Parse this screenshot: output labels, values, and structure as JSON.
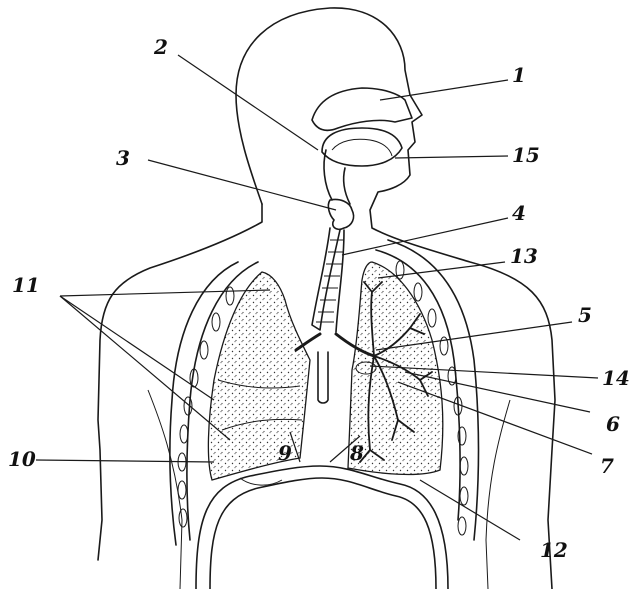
{
  "labels": {
    "l1": "1",
    "l2": "2",
    "l3": "3",
    "l4": "4",
    "l5": "5",
    "l6": "6",
    "l7": "7",
    "l8": "8",
    "l9": "9",
    "l10": "10",
    "l11": "11",
    "l12": "12",
    "l13": "13",
    "l14": "14",
    "l15": "15"
  },
  "icons": {
    "figure": "respiratory-system-icon"
  }
}
